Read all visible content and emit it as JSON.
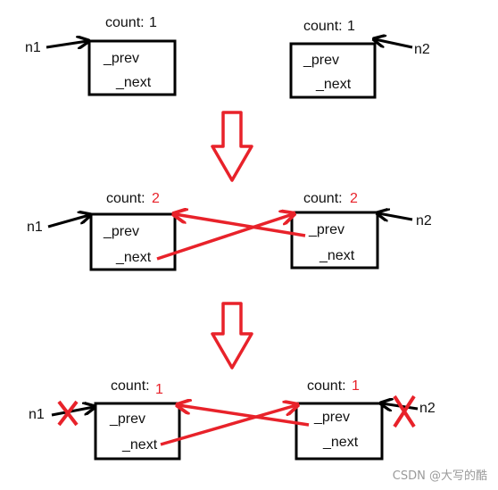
{
  "diagram": {
    "colors": {
      "ink": "#000000",
      "accent": "#e8222a",
      "watermark": "#9a9a9a"
    },
    "stages": [
      {
        "left": {
          "pointer": "n1",
          "count_label": "count:",
          "count_value": "1",
          "prev": "_prev",
          "next": "_next",
          "pointer_crossed": false
        },
        "right": {
          "pointer": "n2",
          "count_label": "count:",
          "count_value": "1",
          "prev": "_prev",
          "next": "_next",
          "pointer_crossed": false
        }
      },
      {
        "left": {
          "pointer": "n1",
          "count_label": "count:",
          "count_value": "2",
          "prev": "_prev",
          "next": "_next",
          "pointer_crossed": false
        },
        "right": {
          "pointer": "n2",
          "count_label": "count:",
          "count_value": "2",
          "prev": "_prev",
          "next": "_next",
          "pointer_crossed": false
        }
      },
      {
        "left": {
          "pointer": "n1",
          "count_label": "count:",
          "count_value": "1",
          "prev": "_prev",
          "next": "_next",
          "pointer_crossed": true
        },
        "right": {
          "pointer": "n2",
          "count_label": "count:",
          "count_value": "1",
          "prev": "_prev",
          "next": "_next",
          "pointer_crossed": true
        }
      }
    ],
    "watermark": "CSDN @大写的酷"
  }
}
